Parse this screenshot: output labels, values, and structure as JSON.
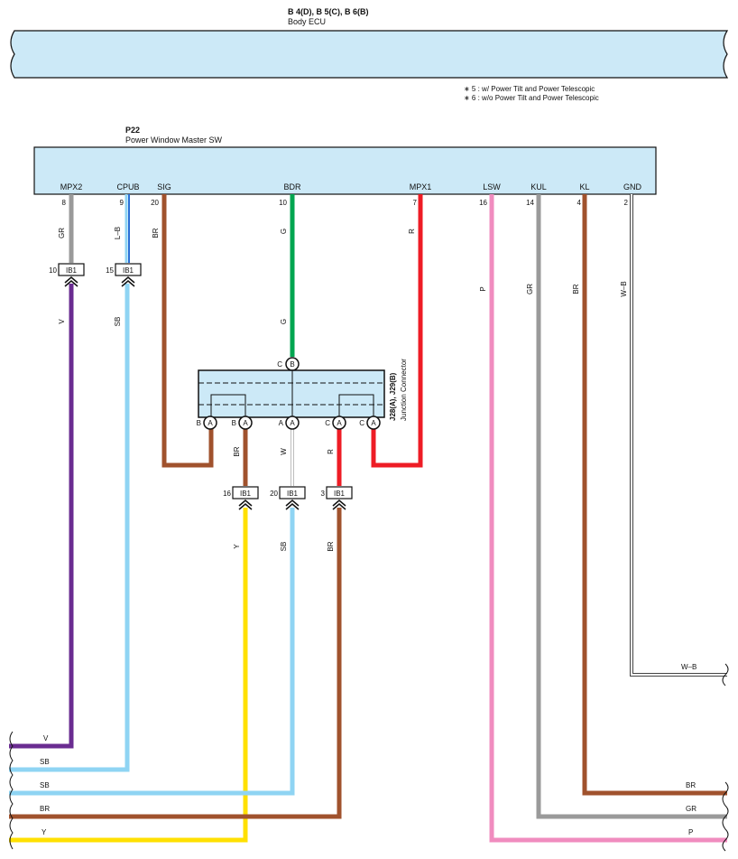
{
  "colors": {
    "box_fill": "#cce9f7",
    "V": "#6a2c91",
    "SB": "#8fd4f3",
    "L-B": "#2a6fd6",
    "BR": "#a0522d",
    "G": "#00a650",
    "R": "#ee1c25",
    "P": "#f08cbf",
    "GR": "#9a9a9a",
    "Y": "#ffe000",
    "W": "#cfcfcf",
    "W-B": "#555555"
  },
  "ecu": {
    "code": "B 4(D), B 5(C), B 6(B)",
    "name": "Body ECU",
    "notes": [
      "∗ 5 : w/ Power Tilt and Power Telescopic",
      "∗ 6 : w/o Power Tilt and Power Telescopic"
    ]
  },
  "switch": {
    "code": "P22",
    "name": "Power Window Master SW",
    "pins": [
      {
        "id": "mpx2",
        "label": "MPX2",
        "num": "8",
        "wire": "GR"
      },
      {
        "id": "cpub",
        "label": "CPUB",
        "num": "9",
        "wire": "L–B"
      },
      {
        "id": "sig",
        "label": "SIG",
        "num": "20",
        "wire": "BR"
      },
      {
        "id": "bdr",
        "label": "BDR",
        "num": "10",
        "wire": "G"
      },
      {
        "id": "mpx1",
        "label": "MPX1",
        "num": "7",
        "wire": "R"
      },
      {
        "id": "lsw",
        "label": "LSW",
        "num": "16",
        "wire": "P"
      },
      {
        "id": "kul",
        "label": "KUL",
        "num": "14",
        "wire": "GR"
      },
      {
        "id": "kl",
        "label": "KL",
        "num": "4",
        "wire": "BR"
      },
      {
        "id": "gnd",
        "label": "GND",
        "num": "2",
        "wire": "W–B"
      }
    ]
  },
  "ib1_top": [
    {
      "id": "mpx2",
      "num": "10",
      "label": "IB1",
      "wire_below": "V"
    },
    {
      "id": "cpub",
      "num": "15",
      "label": "IB1",
      "wire_below": "SB"
    }
  ],
  "junction": {
    "code": "J28(A), J29(B)",
    "name": "Junction Connector",
    "top_pin": {
      "side": "C",
      "pin": "B"
    },
    "green_wire_label": "G",
    "bottom_pins": [
      {
        "side": "B",
        "pin": "A"
      },
      {
        "side": "B",
        "pin": "A"
      },
      {
        "side": "A",
        "pin": "A"
      },
      {
        "side": "C",
        "pin": "A"
      },
      {
        "side": "C",
        "pin": "A"
      }
    ],
    "wires_below": [
      "BR",
      "W",
      "R"
    ]
  },
  "ib1_mid": [
    {
      "num": "16",
      "label": "IB1",
      "wire_below": "Y"
    },
    {
      "num": "20",
      "label": "IB1",
      "wire_below": "SB"
    },
    {
      "num": "3",
      "label": "IB1",
      "wire_below": "BR"
    }
  ],
  "right_labels": {
    "lsw": "P",
    "kul": "GR",
    "kl": "BR",
    "gnd": "W–B"
  },
  "bottom_left": [
    "V",
    "SB",
    "SB",
    "BR",
    "Y"
  ],
  "bottom_right": [
    "W–B",
    "BR",
    "GR",
    "P"
  ]
}
